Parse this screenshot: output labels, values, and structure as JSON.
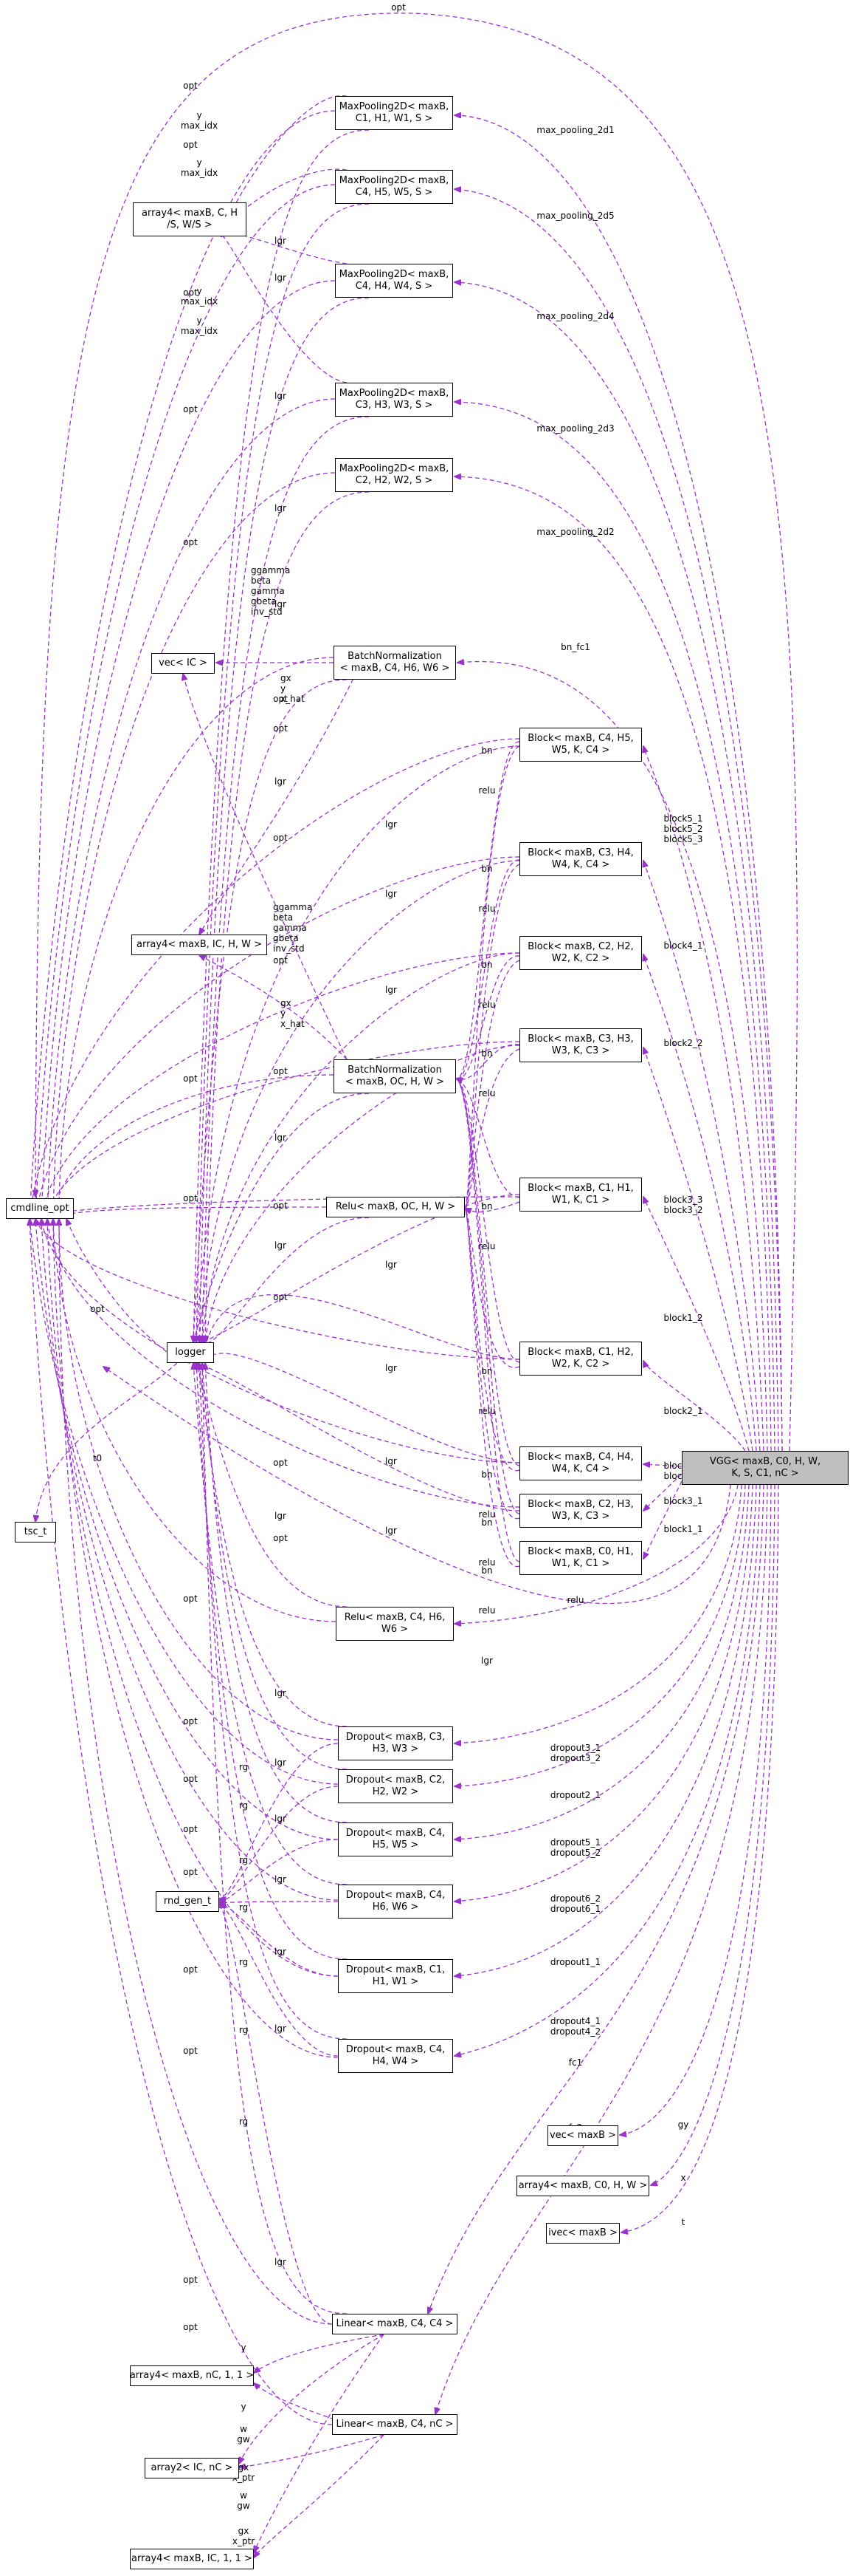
{
  "nodes": {
    "vgg": [
      "VGG< maxB, C0, H, W,",
      "K, S, C1, nC >"
    ],
    "cmdline_opt": [
      "cmdline_opt"
    ],
    "logger": [
      "logger"
    ],
    "tsc_t": [
      "tsc_t"
    ],
    "rnd_gen_t": [
      "rnd_gen_t"
    ],
    "vec_ic": [
      "vec< IC >"
    ],
    "array4_c_h": [
      "array4< maxB, C, H",
      "/S, W/S >"
    ],
    "array4_ic_h_w": [
      "array4< maxB, IC, H, W >"
    ],
    "array4_nc": [
      "array4< maxB, nC, 1, 1 >"
    ],
    "array2": [
      "array2< IC, nC >"
    ],
    "array4_ic_1": [
      "array4< maxB, IC, 1, 1 >"
    ],
    "vec_maxb": [
      "vec< maxB >"
    ],
    "array4_c0": [
      "array4< maxB, C0, H, W >"
    ],
    "ivec_maxb": [
      "ivec< maxB >"
    ],
    "mp1": [
      "MaxPooling2D< maxB,",
      "C1, H1, W1, S >"
    ],
    "mp5": [
      "MaxPooling2D< maxB,",
      "C4, H5, W5, S >"
    ],
    "mp4": [
      "MaxPooling2D< maxB,",
      "C4, H4, W4, S >"
    ],
    "mp3": [
      "MaxPooling2D< maxB,",
      "C3, H3, W3, S >"
    ],
    "mp2": [
      "MaxPooling2D< maxB,",
      "C2, H2, W2, S >"
    ],
    "bn_top": [
      "BatchNormalization",
      "< maxB, C4, H6, W6 >"
    ],
    "bn_mid": [
      "BatchNormalization",
      "< maxB, OC, H, W >"
    ],
    "relu_oc": [
      "Relu< maxB, OC, H, W >"
    ],
    "relu_c4": [
      "Relu< maxB, C4, H6,",
      "W6 >"
    ],
    "b5": [
      "Block< maxB, C4, H5,",
      "W5, K, C4 >"
    ],
    "b34": [
      "Block< maxB, C3, H4,",
      "W4, K, C4 >"
    ],
    "b22": [
      "Block< maxB, C2, H2,",
      "W2, K, C2 >"
    ],
    "b33": [
      "Block< maxB, C3, H3,",
      "W3, K, C3 >"
    ],
    "b11": [
      "Block< maxB, C1, H1,",
      "W1, K, C1 >"
    ],
    "b12": [
      "Block< maxB, C1, H2,",
      "W2, K, C2 >"
    ],
    "b44": [
      "Block< maxB, C4, H4,",
      "W4, K, C4 >"
    ],
    "b23": [
      "Block< maxB, C2, H3,",
      "W3, K, C3 >"
    ],
    "b01": [
      "Block< maxB, C0, H1,",
      "W1, K, C1 >"
    ],
    "d3": [
      "Dropout< maxB, C3,",
      "H3, W3 >"
    ],
    "d2": [
      "Dropout< maxB, C2,",
      "H2, W2 >"
    ],
    "d5": [
      "Dropout< maxB, C4,",
      "H5, W5 >"
    ],
    "d6": [
      "Dropout< maxB, C4,",
      "H6, W6 >"
    ],
    "d1": [
      "Dropout< maxB, C1,",
      "H1, W1 >"
    ],
    "d4": [
      "Dropout< maxB, C4,",
      "H4, W4 >"
    ],
    "lin1": [
      "Linear< maxB, C4, C4 >"
    ],
    "lin2": [
      "Linear< maxB, C4, nC >"
    ]
  },
  "edge_labels": {
    "opt": "opt",
    "lgr": "lgr",
    "rg": "rg",
    "t0": "t0",
    "y": "y",
    "w": "w",
    "gw": "gw",
    "gx": "gx",
    "x_ptr": "x_ptr",
    "max_idx": "max_idx",
    "bn": "bn",
    "relu": "relu",
    "x": "x",
    "gy": "gy",
    "t": "t",
    "max_pooling_2d1": "max_pooling_2d1",
    "max_pooling_2d5": "max_pooling_2d5",
    "max_pooling_2d4": "max_pooling_2d4",
    "max_pooling_2d3": "max_pooling_2d3",
    "max_pooling_2d2": "max_pooling_2d2",
    "bn_fc1": "bn_fc1",
    "block5": [
      "block5_1",
      "block5_2",
      "block5_3"
    ],
    "block4_1": "block4_1",
    "block2_2": "block2_2",
    "block3_23": [
      "block3_3",
      "block3_2"
    ],
    "block1_2": "block1_2",
    "block2_1": "block2_1",
    "block4_23": [
      "block4_2",
      "block4_3"
    ],
    "block3_1": "block3_1",
    "block1_1": "block1_1",
    "dropout3": [
      "dropout3_1",
      "dropout3_2"
    ],
    "dropout2_1": "dropout2_1",
    "dropout5": [
      "dropout5_1",
      "dropout5_2"
    ],
    "dropout6": [
      "dropout6_2",
      "dropout6_1"
    ],
    "dropout1_1": "dropout1_1",
    "dropout4": [
      "dropout4_1",
      "dropout4_2"
    ],
    "fc1": "fc1",
    "fc2": "fc2",
    "bn_top_members": [
      "ggamma",
      "beta",
      "gamma",
      "gbeta",
      "inv_std"
    ],
    "bn_top_members2": [
      "gx",
      "y",
      "x_hat"
    ],
    "bn_mid_members": [
      "ggamma",
      "beta",
      "gamma",
      "gbeta",
      "inv_std"
    ],
    "bn_mid_members2": [
      "gx",
      "y",
      "x_hat"
    ]
  }
}
